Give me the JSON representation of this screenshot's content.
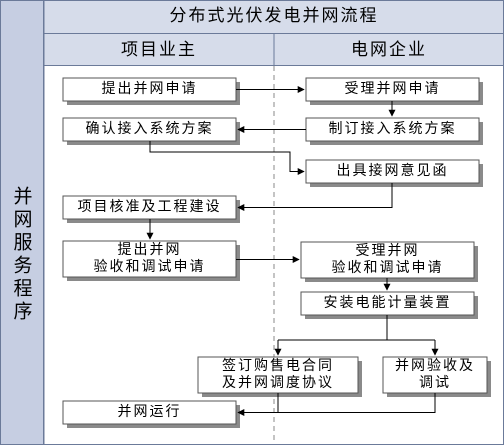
{
  "title": "分布式光伏发电并网流程",
  "side_label": "并网服务程序",
  "lanes": {
    "left": "项目业主",
    "right": "电网企业"
  },
  "steps": {
    "submit_request": "提出并网申请",
    "accept_request": "受理并网申请",
    "confirm_plan": "确认接入系统方案",
    "make_plan": "制订接入系统方案",
    "issue_opinion": "出具接网意见函",
    "approve_build": "项目核准及工程建设",
    "submit_acceptance": "提出并网\n验收和调试申请",
    "accept_acceptance": "受理并网\n验收和调试申请",
    "install_meter": "安装电能计量装置",
    "sign_contract": "签订购售电合同\n及并网调度协议",
    "grid_test": "并网验收及\n调试",
    "grid_run": "并网运行"
  },
  "colors": {
    "header_fill": "#d6dcea",
    "sidebar_fill": "#c6cee2",
    "box_fill": "#ffffff",
    "shadow": "#8a8a8a",
    "line": "#000000",
    "divider": "#888888"
  }
}
